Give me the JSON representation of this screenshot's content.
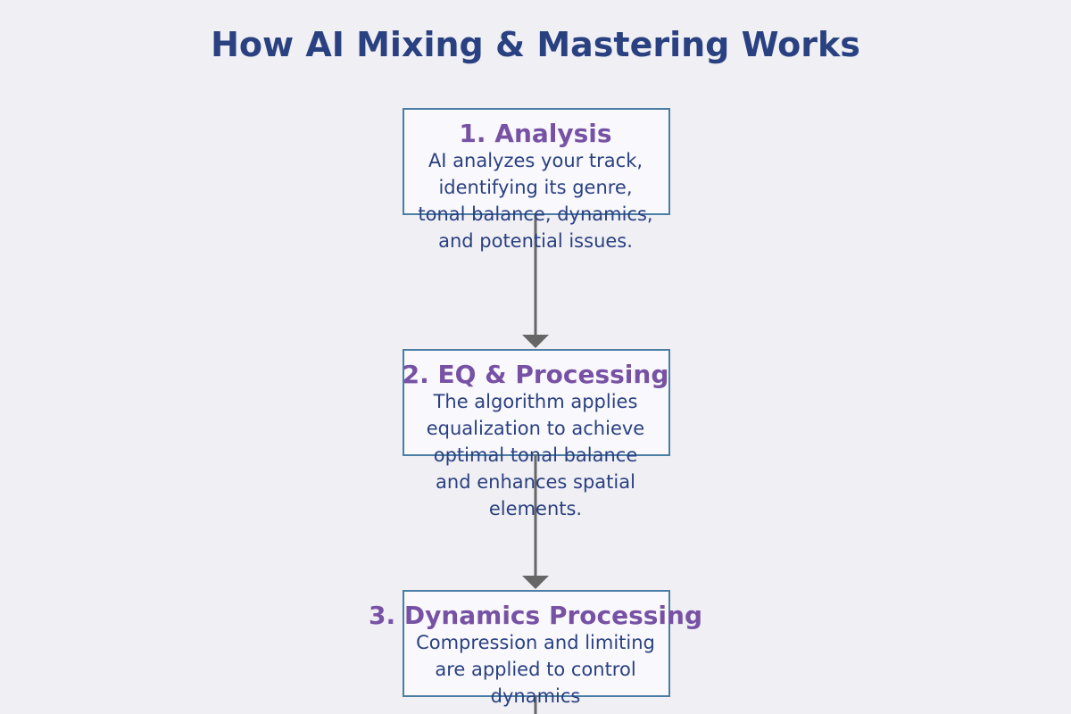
{
  "title": "How AI Mixing & Mastering Works",
  "colors": {
    "background": "#f0eff4",
    "title": "#2a4181",
    "step_title": "#7752a4",
    "step_text": "#2a4181",
    "box_border": "#4a7ea5",
    "box_fill": "#f9f8fd",
    "arrow": "#666666"
  },
  "steps": [
    {
      "title": "1. Analysis",
      "description": "AI analyzes your track, identifying its genre, tonal balance, dynamics, and potential issues."
    },
    {
      "title": "2. EQ & Processing",
      "description": "The algorithm applies equalization to achieve optimal tonal balance and enhances spatial elements."
    },
    {
      "title": "3. Dynamics Processing",
      "description": "Compression and limiting are applied to control dynamics"
    }
  ]
}
